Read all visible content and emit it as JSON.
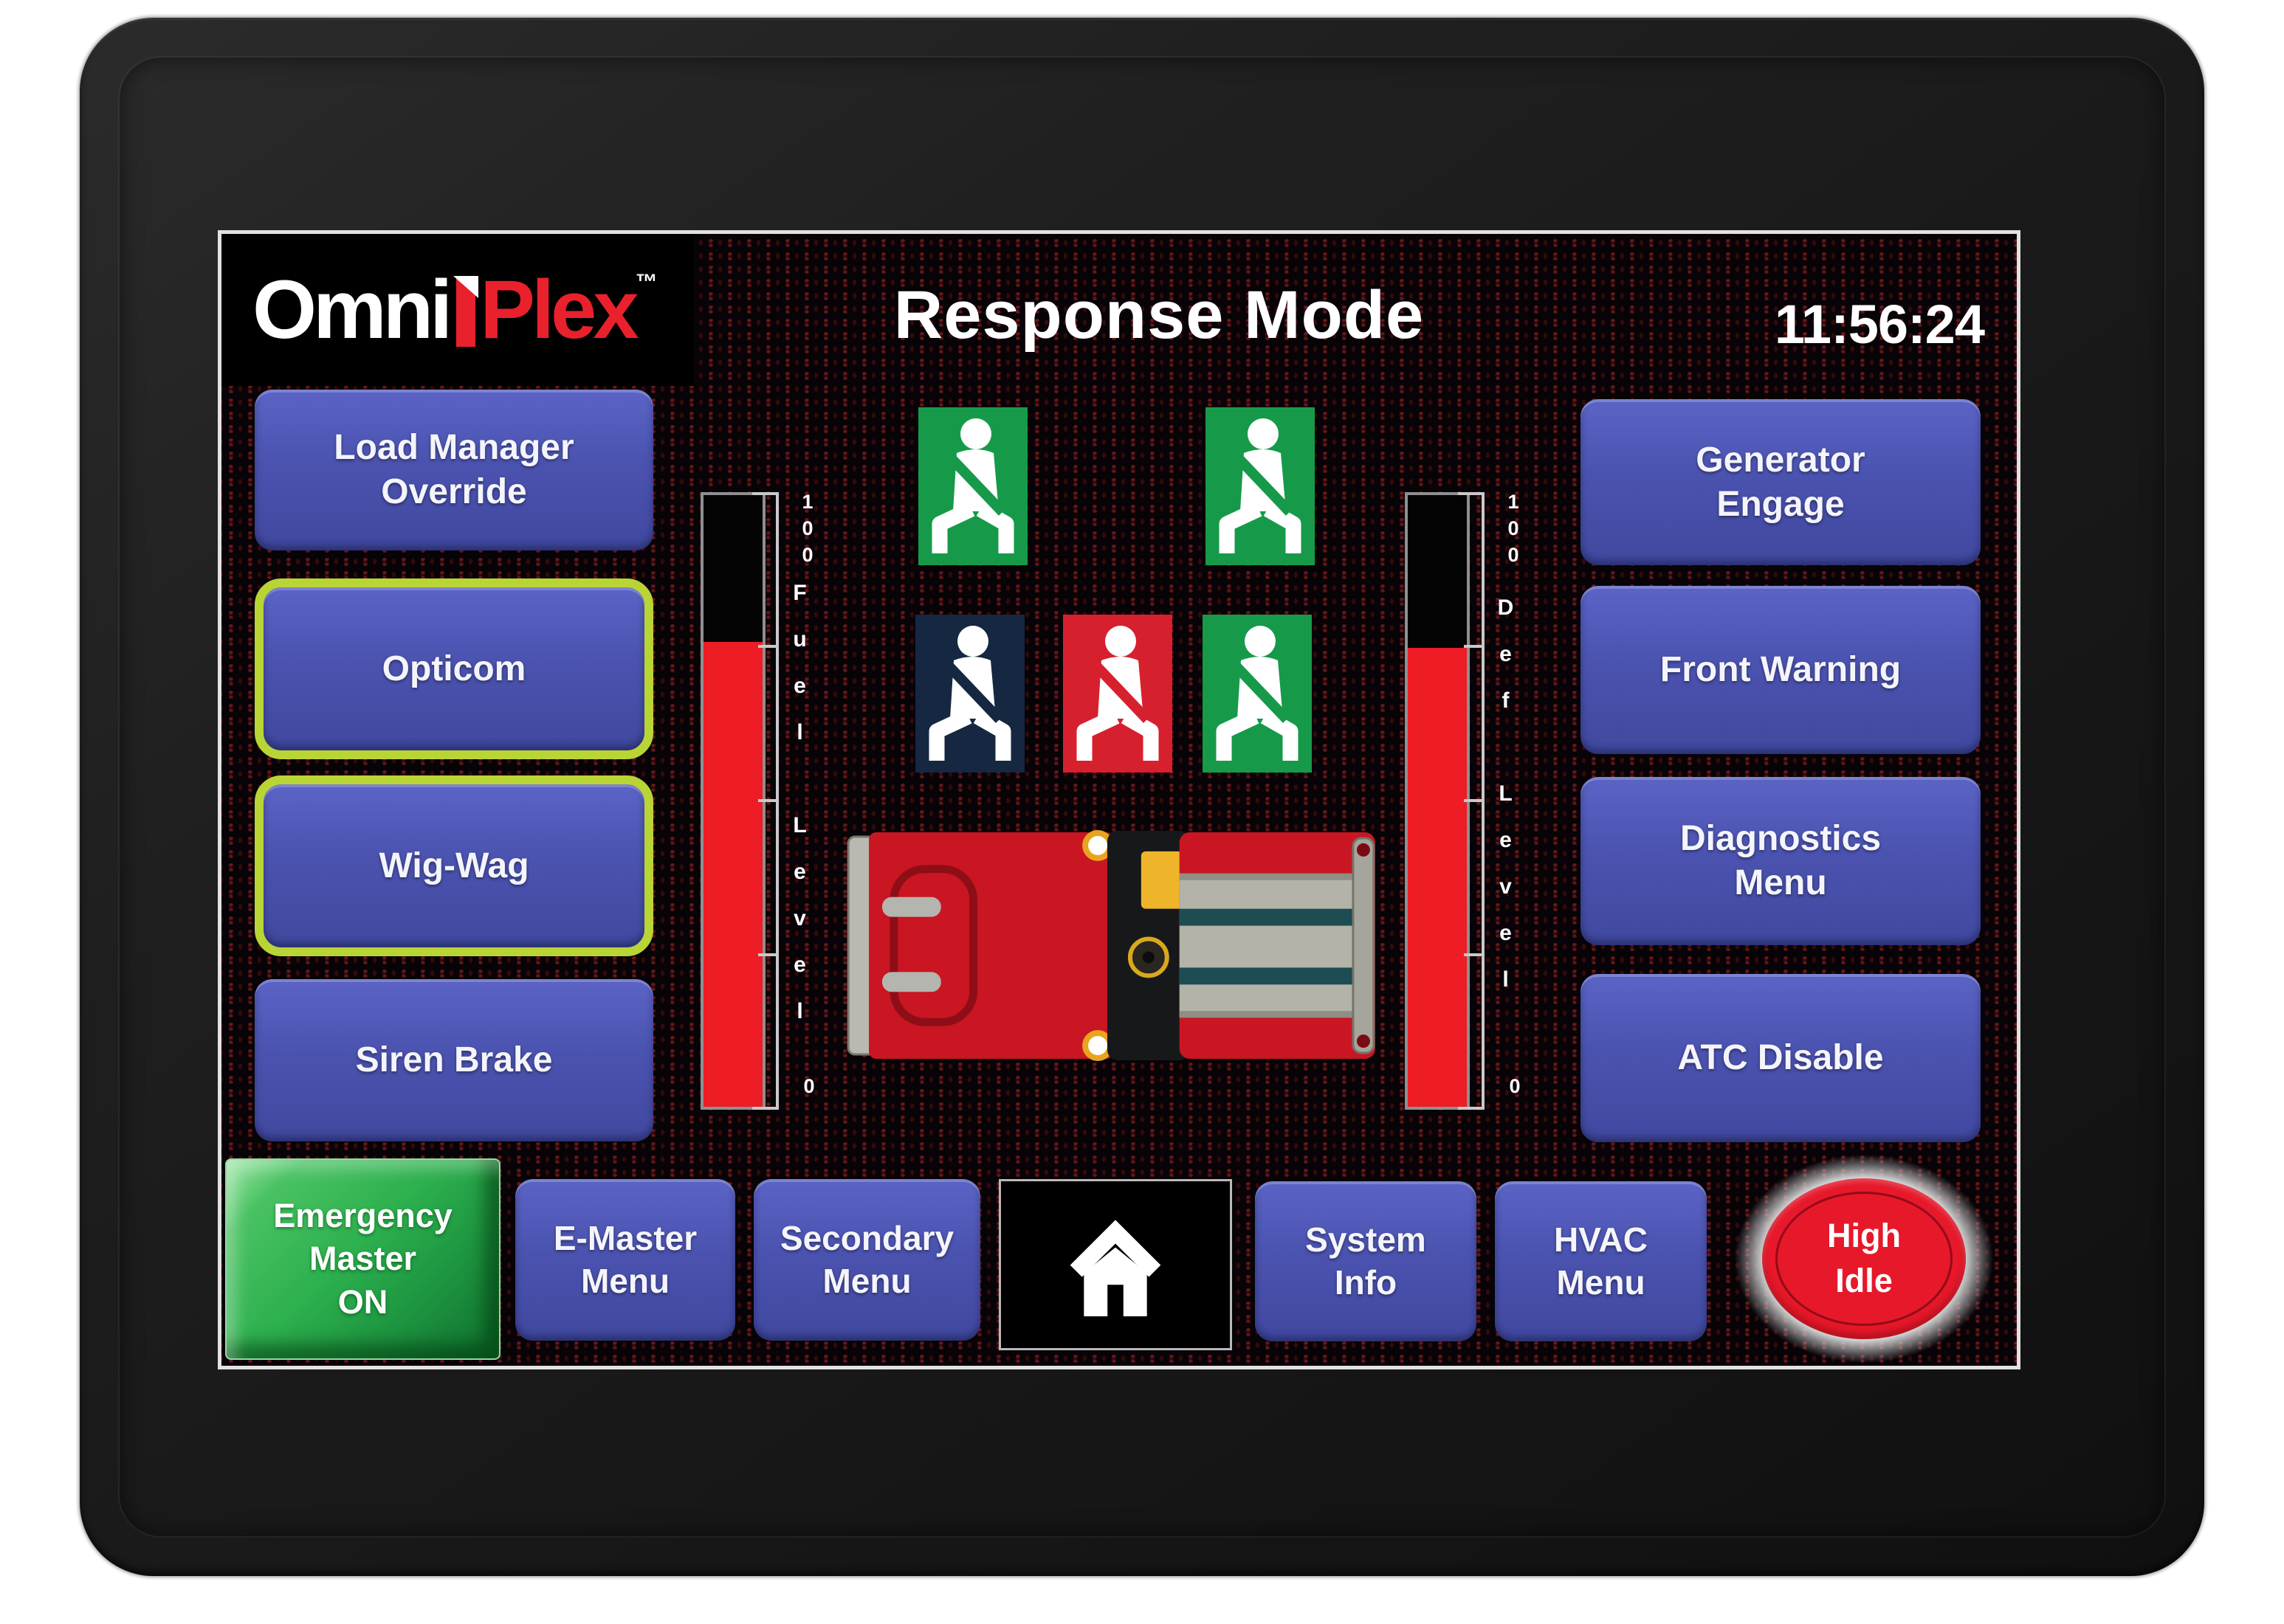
{
  "header": {
    "logo_white": "Omni",
    "logo_red": "Plex",
    "logo_tm": "™",
    "title": "Response Mode",
    "clock": "11:56:24"
  },
  "left_buttons": [
    {
      "label": "Load Manager\nOverride",
      "highlighted": false
    },
    {
      "label": "Opticom",
      "highlighted": true
    },
    {
      "label": "Wig-Wag",
      "highlighted": true
    },
    {
      "label": "Siren Brake",
      "highlighted": false
    }
  ],
  "right_buttons": [
    {
      "label": "Generator\nEngage",
      "highlighted": false
    },
    {
      "label": "Front Warning",
      "highlighted": false
    },
    {
      "label": "Diagnostics\nMenu",
      "highlighted": false
    },
    {
      "label": "ATC Disable",
      "highlighted": false
    }
  ],
  "gauges": [
    {
      "name": "Fuel Level",
      "max_label": "100",
      "min_label": "0",
      "value_pct": 76,
      "fill_css": "76%",
      "fill_color": "#ee1c25"
    },
    {
      "name": "Def Level",
      "max_label": "100",
      "min_label": "0",
      "value_pct": 75,
      "fill_css": "75%",
      "fill_color": "#ee1c25"
    }
  ],
  "seatbelts": [
    {
      "seat": "row1-left",
      "color": "#169a4a"
    },
    {
      "seat": "row1-right",
      "color": "#169a4a"
    },
    {
      "seat": "row2-left",
      "color": "#152741"
    },
    {
      "seat": "row2-center",
      "color": "#d7202e"
    },
    {
      "seat": "row2-right",
      "color": "#169a4a"
    }
  ],
  "vehicle_icon": "ambulance-top-view",
  "home_icon": "home",
  "bottom_buttons": {
    "emergency_master": "Emergency\nMaster\nON",
    "e_master": "E-Master\nMenu",
    "secondary": "Secondary\nMenu",
    "system_info": "System\nInfo",
    "hvac": "HVAC\nMenu",
    "high_idle": "High\nIdle"
  },
  "colors": {
    "button_blue": "#4b53b0",
    "highlight_green": "#b9d435",
    "emergency_green": "#2db04e",
    "high_idle_red": "#e6182a",
    "gauge_red": "#ee1c25",
    "logo_red": "#e8212d",
    "belt_green": "#169a4a",
    "belt_navy": "#152741",
    "belt_red": "#d7202e",
    "screen_dot_red": "#8a1a1a"
  }
}
